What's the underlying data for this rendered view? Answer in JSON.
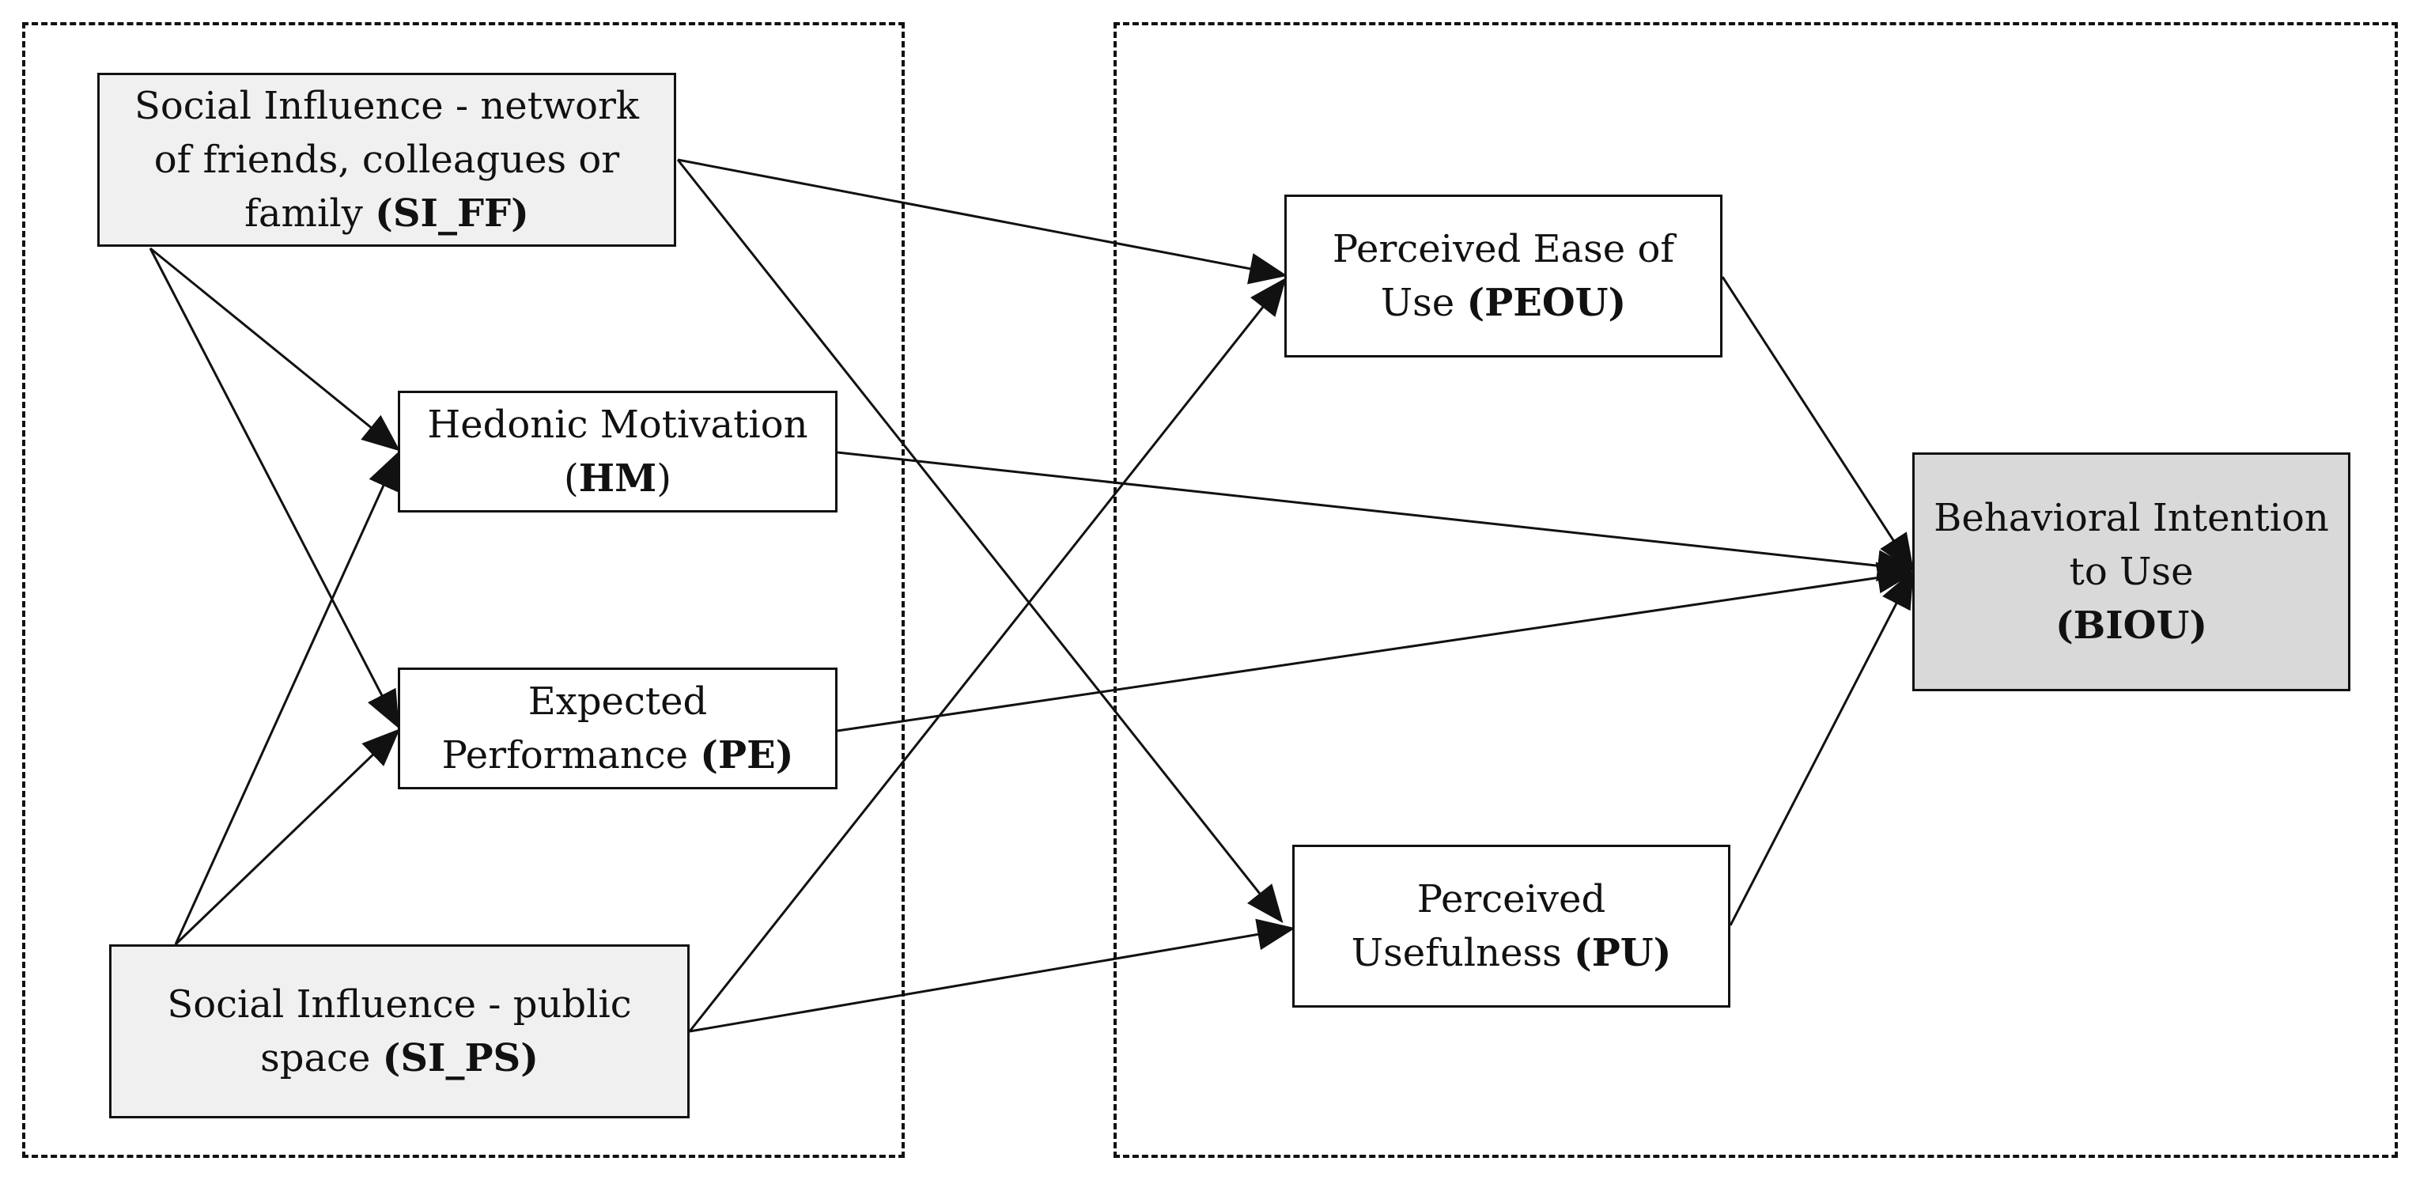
{
  "colors": {
    "ink": "#111111",
    "social_fill": "#f0f0f0",
    "intention_fill": "#d9d9d9",
    "plain_fill": "#ffffff"
  },
  "nodes": {
    "si_ff": {
      "text": "Social Influence - network\nof friends, colleagues or\nfamily ",
      "abbr": "(SI_FF)"
    },
    "hm": {
      "text": "Hedonic Motivation\n(",
      "abbr": "HM",
      "suffix": ")"
    },
    "pe": {
      "text": "Expected\nPerformance ",
      "abbr": "(PE)"
    },
    "si_ps": {
      "text": "Social Influence - public\nspace ",
      "abbr": "(SI_PS)"
    },
    "peou": {
      "text": "Perceived Ease of\nUse ",
      "abbr": "(PEOU)"
    },
    "pu": {
      "text": "Perceived\nUsefulness ",
      "abbr": "(PU)"
    },
    "biou": {
      "text": "Behavioral Intention\nto Use\n",
      "abbr": "(BIOU)"
    }
  },
  "edges": [
    {
      "from": "si_ff",
      "to": "hm"
    },
    {
      "from": "si_ff",
      "to": "pe"
    },
    {
      "from": "si_ff",
      "to": "peou"
    },
    {
      "from": "si_ff",
      "to": "pu"
    },
    {
      "from": "si_ps",
      "to": "hm"
    },
    {
      "from": "si_ps",
      "to": "pe"
    },
    {
      "from": "si_ps",
      "to": "peou"
    },
    {
      "from": "si_ps",
      "to": "pu"
    },
    {
      "from": "hm",
      "to": "biou"
    },
    {
      "from": "pe",
      "to": "biou"
    },
    {
      "from": "peou",
      "to": "biou"
    },
    {
      "from": "pu",
      "to": "biou"
    }
  ]
}
